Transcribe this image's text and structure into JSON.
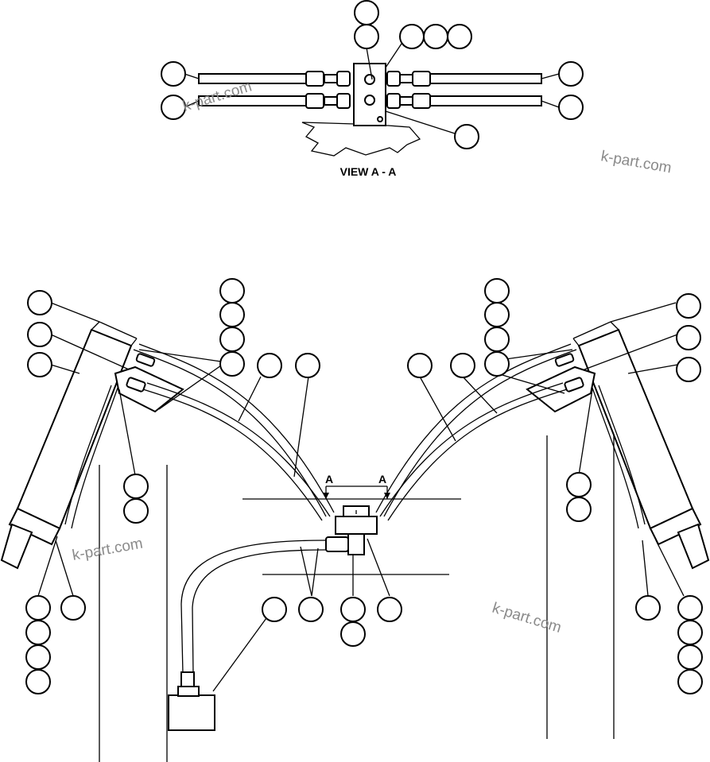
{
  "view_title": "VIEW A - A",
  "section_marker": "A",
  "watermark": "k-part.com"
}
